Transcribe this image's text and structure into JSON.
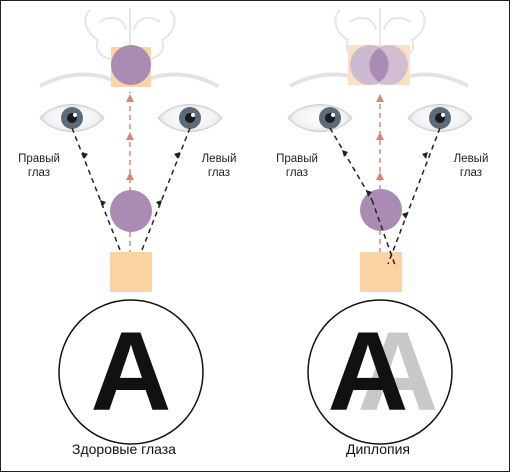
{
  "panels": [
    {
      "id": "healthy",
      "right_eye_label": "Правый\nглаз",
      "left_eye_label": "Левый\nглаз",
      "caption": "Здоровые глаза",
      "letter": "A"
    },
    {
      "id": "diplopia",
      "right_eye_label": "Правый\nглаз",
      "left_eye_label": "Левый\nглаз",
      "caption": "Диплопия",
      "letter": "A"
    }
  ],
  "colors": {
    "object_square": "#fbd3a4",
    "focus_circle": "#a98bb4",
    "brain_square": "#fbd3a4",
    "brain_circle": "#a98bb4",
    "ghost_circle": "#c9b7d2",
    "ray": "#222222",
    "nerve": "#d18a7a",
    "iris": "#5a6b7a",
    "brow": "#e3e3e3",
    "letter": "#111111",
    "letter_ghost": "#c8c8c8"
  },
  "icons": [
    "brain-icon",
    "eye-icon",
    "arrow-icon"
  ]
}
